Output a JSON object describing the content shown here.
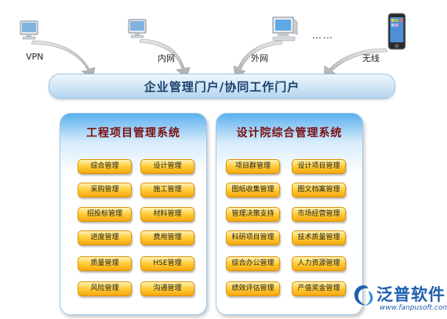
{
  "access_channels": [
    {
      "label": "VPN",
      "icon": "desktop-computer-icon"
    },
    {
      "label": "内网",
      "icon": "desktop-computer-icon"
    },
    {
      "label": "外网",
      "icon": "crt-computer-icon"
    },
    {
      "label": "无线",
      "icon": "smartphone-icon"
    }
  ],
  "ellipsis": "……",
  "portal": {
    "label": "企业管理门户/协同工作门户"
  },
  "systems": [
    {
      "title": "工程项目管理系统",
      "modules": [
        [
          "综合管理",
          "设计管理"
        ],
        [
          "采购管理",
          "施工管理"
        ],
        [
          "招投标管理",
          "材料管理"
        ],
        [
          "进度管理",
          "费用管理"
        ],
        [
          "质量管理",
          "HSE管理"
        ],
        [
          "风险管理",
          "沟通管理"
        ]
      ]
    },
    {
      "title": "设计院综合管理系统",
      "modules": [
        [
          "项目群管理",
          "设计项目管理"
        ],
        [
          "图纸收集管理",
          "图文档案管理"
        ],
        [
          "管理决策支持",
          "市场经营管理"
        ],
        [
          "科研项目管理",
          "技术质量管理"
        ],
        [
          "综合办公管理",
          "人力资源管理"
        ],
        [
          "绩效评估管理",
          "产值奖金管理"
        ]
      ]
    }
  ],
  "brand": {
    "name": "泛普软件",
    "url": "www.fanpusoft.com"
  },
  "colors": {
    "module_fill": "#ffcf3e",
    "panel_top": "#5bb0ee",
    "title_red": "#7a1010",
    "brand_blue": "#1f5fae"
  }
}
